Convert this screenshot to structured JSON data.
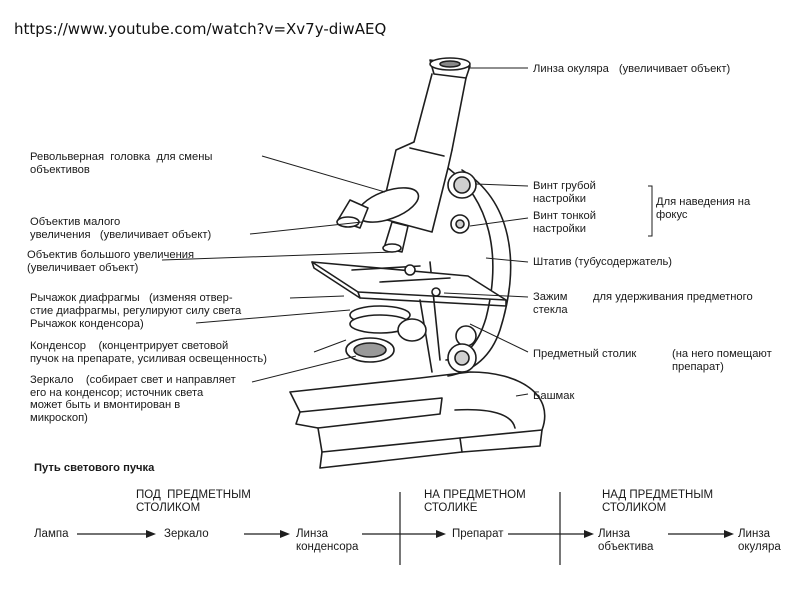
{
  "url": "https://www.youtube.com/watch?v=Xv7y-diwAEQ",
  "labels": {
    "eyepiece": {
      "name": "Линза окуляра",
      "desc": "(увеличивает объект)"
    },
    "coarse": "Винт грубой\nнастройки",
    "fine": "Винт тонкой\nнастройки",
    "focus": "Для наведения на\nфокус",
    "revolver": "Револьверная  головка  для смены\nобъективов",
    "low_obj": "Объектив малого\nувеличения   (увеличивает объект)",
    "high_obj": "Объектив большого увеличения\n(увеличивает объект)",
    "tripod": "Штатив (тубусодержатель)",
    "diaphragm": "Рычажок диафрагмы   (изменяя отвер-\nстие диафрагмы, регулируют силу света",
    "clamp": "Зажим\nстекла",
    "clamp_desc": "для удерживания предметного",
    "cond_lever": "Рычажок конденсора)",
    "condenser": "Конденсор    (концентрирует световой\nпучок на препарате, усиливая освещенность)",
    "stage": "Предметный столик",
    "stage_desc": "(на него помещают\nпрепарат)",
    "mirror": "Зеркало    (собирает свет и направляет\nего на конденсор; источник света\nможет быть и вмонтирован в\nмикроскоп)",
    "base": "Башмак"
  },
  "light_path": {
    "title": "Путь светового пучка",
    "sections": [
      "ПОД  ПРЕДМЕТНЫМ\nСТОЛИКОМ",
      "НА ПРЕДМЕТНОМ\nСТОЛИКЕ",
      "НАД ПРЕДМЕТНЫМ\nСТОЛИКОМ"
    ],
    "steps": [
      "Лампа",
      "Зеркало",
      "Линза\nконденсора",
      "Препарат",
      "Линза\nобъектива",
      "Линза\nокуляра"
    ]
  }
}
